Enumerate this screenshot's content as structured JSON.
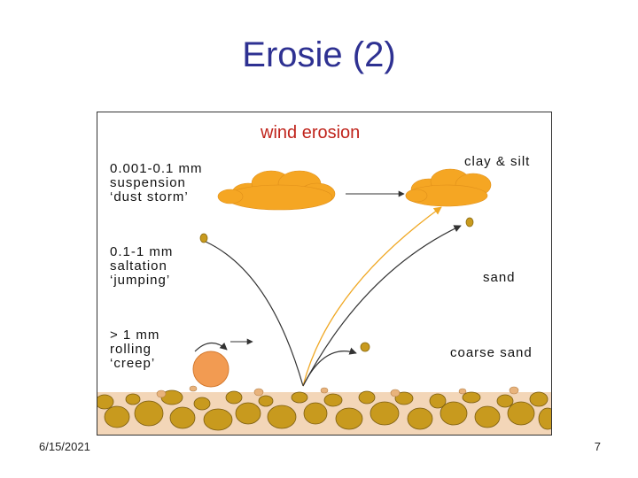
{
  "slide": {
    "title": "Erosie (2)",
    "date": "6/15/2021",
    "page": "7"
  },
  "figure": {
    "title": "wind erosion",
    "suspension": {
      "size": "0.001-0.1 mm",
      "name": "suspension",
      "alias": "‘dust storm’"
    },
    "saltation": {
      "size": "0.1-1 mm",
      "name": "saltation",
      "alias": "‘jumping’"
    },
    "creep": {
      "size": "> 1 mm",
      "name": "rolling",
      "alias": "‘creep’"
    },
    "results": {
      "clay_silt": "clay & silt",
      "sand": "sand",
      "coarse_sand": "coarse sand"
    },
    "colors": {
      "title": "#c0241c",
      "cloud": "#f5a623",
      "grain": "#c89a1e",
      "boulder": "#f29b52",
      "trajectory_fine": "#f0a824",
      "trajectory": "#333333"
    }
  }
}
